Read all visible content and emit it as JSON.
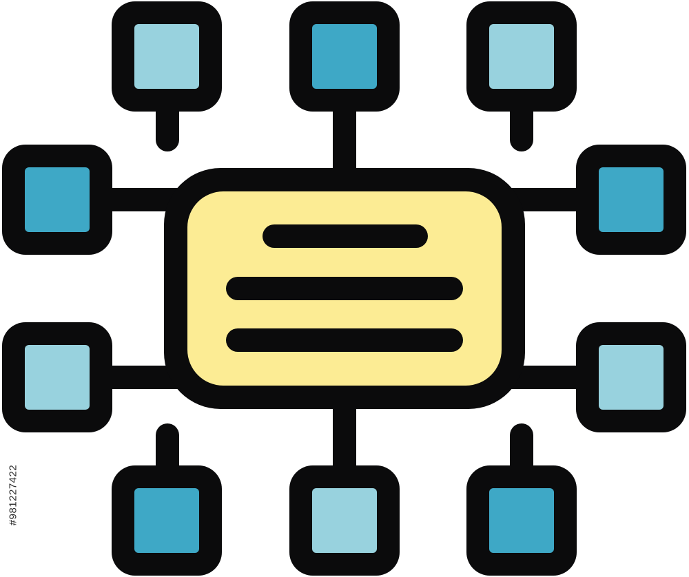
{
  "colors": {
    "outline": "#0b0b0c",
    "hub_fill": "#fcec94",
    "node_dark": "#3ea8c6",
    "node_light": "#98d2de",
    "background": "#ffffff"
  },
  "icon": "network-hub-icon",
  "hub": {
    "text_lines": 3
  },
  "nodes": [
    {
      "id": "top-left",
      "shade": "light"
    },
    {
      "id": "top-center",
      "shade": "dark"
    },
    {
      "id": "top-right",
      "shade": "light"
    },
    {
      "id": "mid-left-upper",
      "shade": "dark"
    },
    {
      "id": "mid-right-upper",
      "shade": "dark"
    },
    {
      "id": "mid-left-lower",
      "shade": "light"
    },
    {
      "id": "mid-right-lower",
      "shade": "light"
    },
    {
      "id": "bottom-left",
      "shade": "dark"
    },
    {
      "id": "bottom-center",
      "shade": "light"
    },
    {
      "id": "bottom-right",
      "shade": "dark"
    }
  ],
  "watermark": {
    "stock_id": "#981227422"
  }
}
